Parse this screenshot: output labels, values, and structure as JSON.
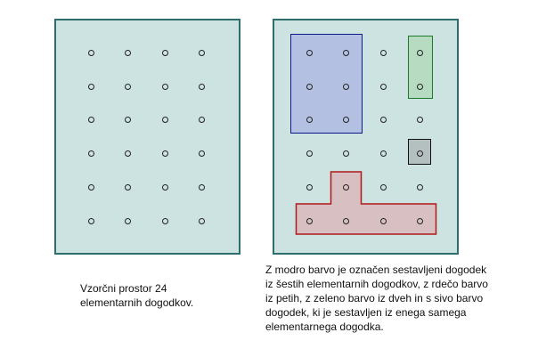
{
  "left_panel": {
    "caption": [
      "Vzorčni prostor 24",
      "elementarnih dogodkov."
    ]
  },
  "right_panel": {
    "caption": [
      "Z modro barvo je označen sestavljeni dogodek",
      "iz šestih elementarnih dogodkov, z rdečo barvo",
      "iz petih, z zeleno barvo  iz dveh in  s sivo barvo",
      "dogodek, ki je sestavljen iz enega samega",
      "elementarnega dogodka."
    ],
    "events": [
      {
        "name": "blue",
        "fill": "#b3c0e2",
        "stroke": "#0a1a8a",
        "points": 6
      },
      {
        "name": "red",
        "fill": "#d8bfc2",
        "stroke": "#b01818",
        "points": 5
      },
      {
        "name": "green",
        "fill": "#b6dbc0",
        "stroke": "#1a7a2a",
        "points": 2
      },
      {
        "name": "gray",
        "fill": "#b4c0c0",
        "stroke": "#111111",
        "points": 1
      }
    ]
  },
  "grid": {
    "rows": 6,
    "cols": 4,
    "total": 24
  }
}
